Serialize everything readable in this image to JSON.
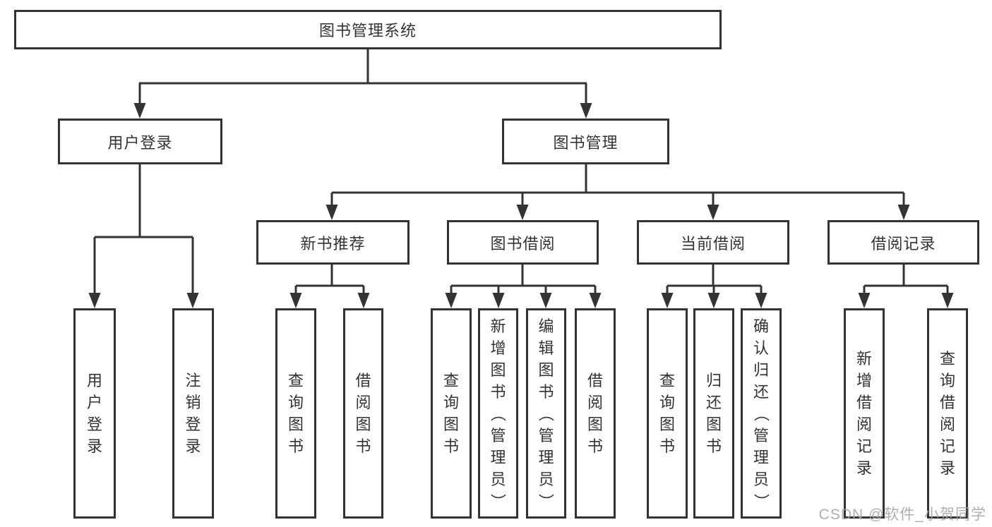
{
  "diagram": {
    "tree": {
      "root": {
        "label": "图书管理系统"
      },
      "branches": [
        {
          "label": "用户登录",
          "children": [
            {
              "label": "用户登录"
            },
            {
              "label": "注销登录"
            }
          ]
        },
        {
          "label": "图书管理",
          "children": [
            {
              "label": "新书推荐",
              "children": [
                {
                  "label": "查询图书"
                },
                {
                  "label": "借阅图书"
                }
              ]
            },
            {
              "label": "图书借阅",
              "children": [
                {
                  "label": "查询图书"
                },
                {
                  "label": "新增图书（管理员）"
                },
                {
                  "label": "编辑图书（管理员）"
                },
                {
                  "label": "借阅图书"
                }
              ]
            },
            {
              "label": "当前借阅",
              "children": [
                {
                  "label": "查询图书"
                },
                {
                  "label": "归还图书"
                },
                {
                  "label": "确认归还（管理员）"
                }
              ]
            },
            {
              "label": "借阅记录",
              "children": [
                {
                  "label": "新增借阅记录"
                },
                {
                  "label": "查询借阅记录"
                }
              ]
            }
          ]
        }
      ]
    },
    "watermark": "CSDN @软件_小贺同学",
    "colors": {
      "line": "#333333",
      "box_border": "#333333",
      "text": "#333333",
      "watermark": "#a5a5a5",
      "background": "#ffffff"
    }
  }
}
